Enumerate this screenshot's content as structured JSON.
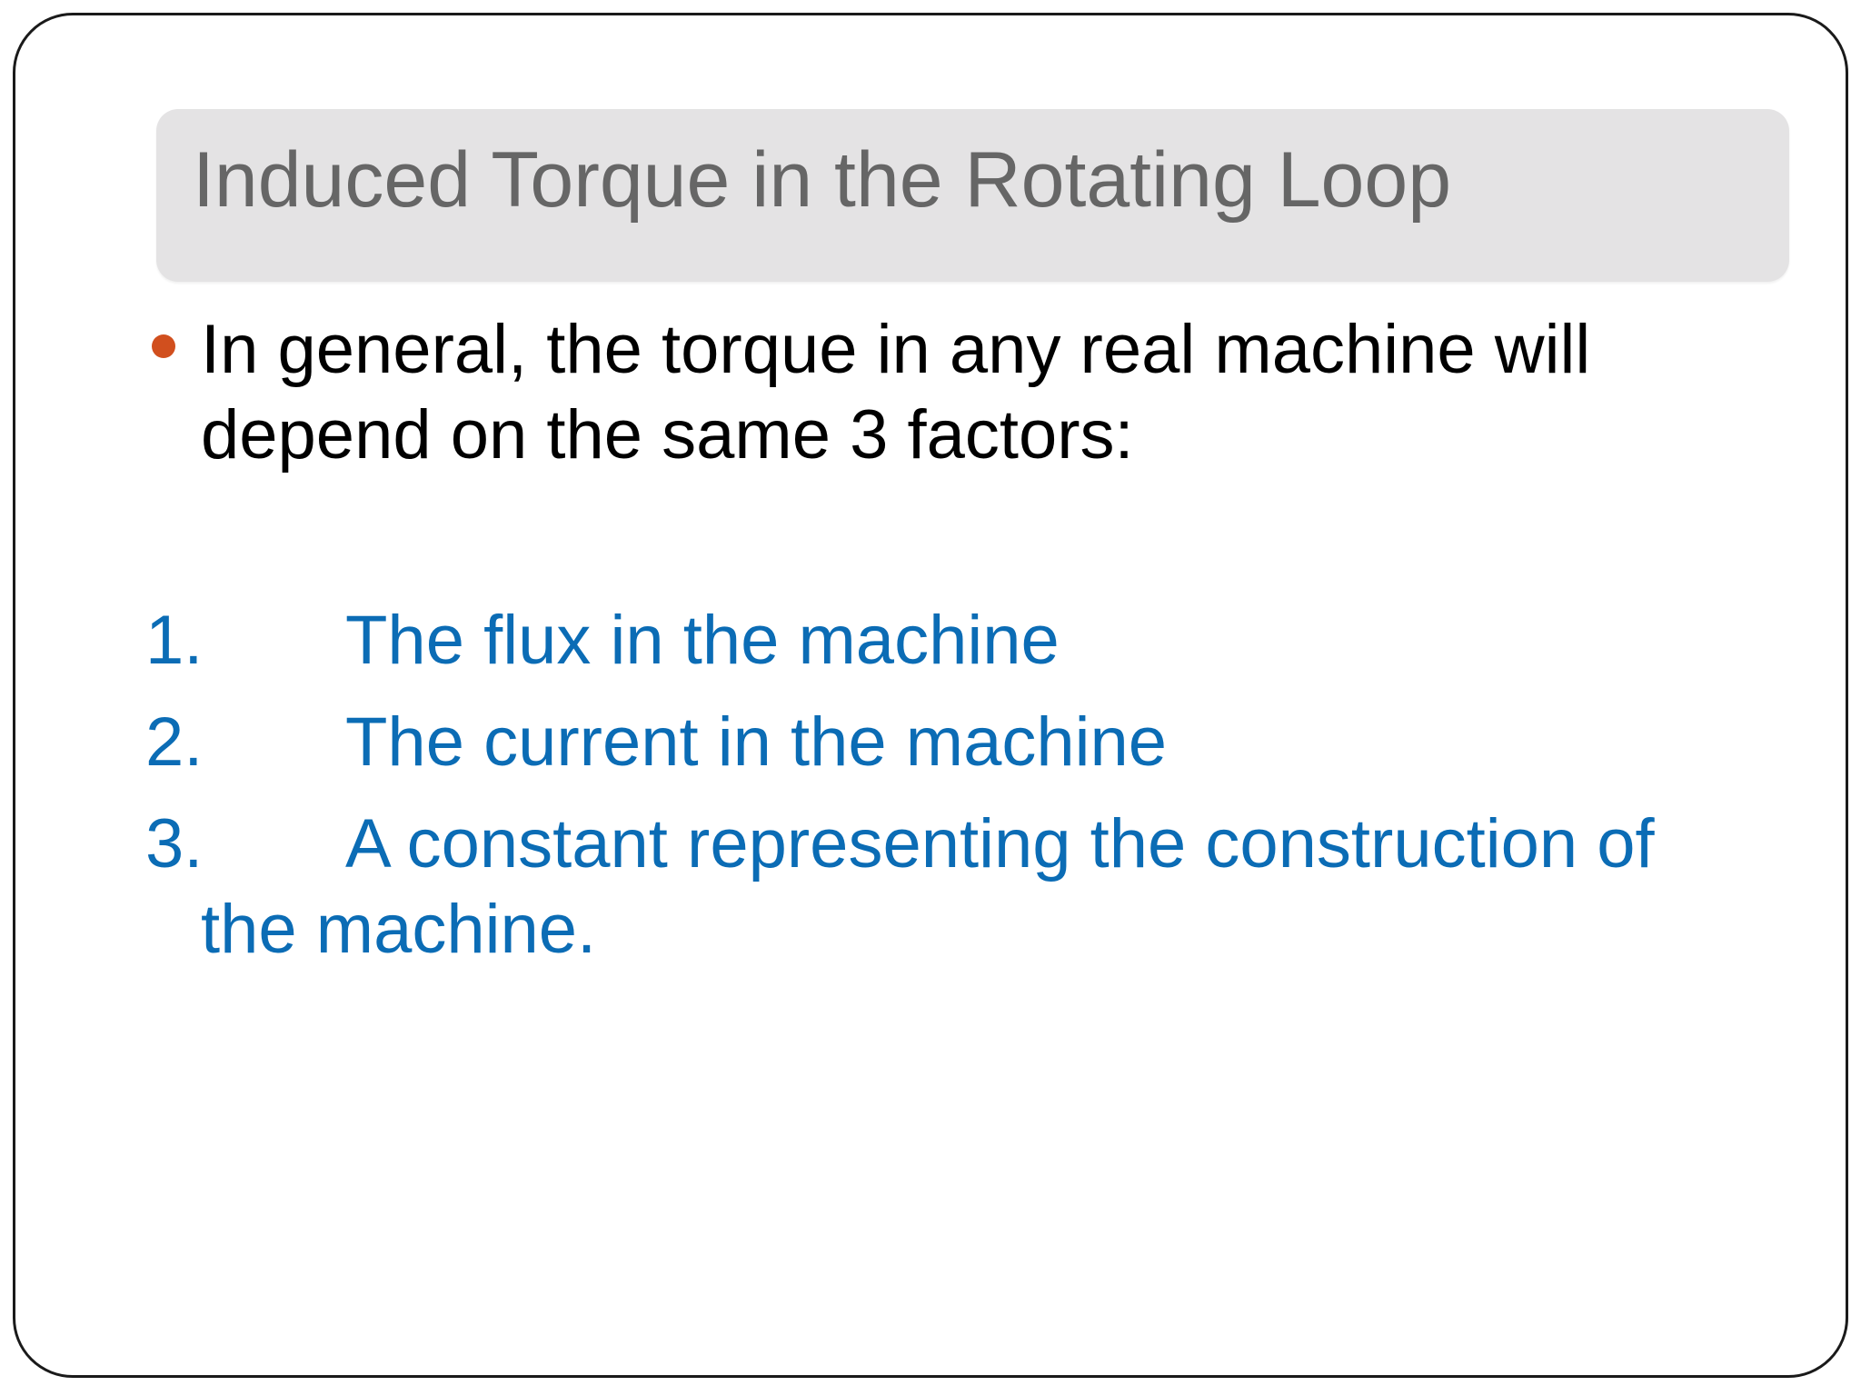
{
  "slide": {
    "title": "Induced Torque in the Rotating Loop",
    "bullet": "In general, the torque in any real machine will depend on the same 3 factors:",
    "list": [
      {
        "number": "1.",
        "text": "The flux in the machine"
      },
      {
        "number": "2.",
        "text": "The current in the machine"
      },
      {
        "number": "3.",
        "text": "A constant representing the construction of",
        "continuation": "the machine."
      }
    ]
  },
  "colors": {
    "title_bar": "#e4e3e4",
    "title_text": "#666666",
    "bullet_dot": "#d14f1e",
    "body_text": "#000000",
    "list_text": "#0b6cb5"
  }
}
